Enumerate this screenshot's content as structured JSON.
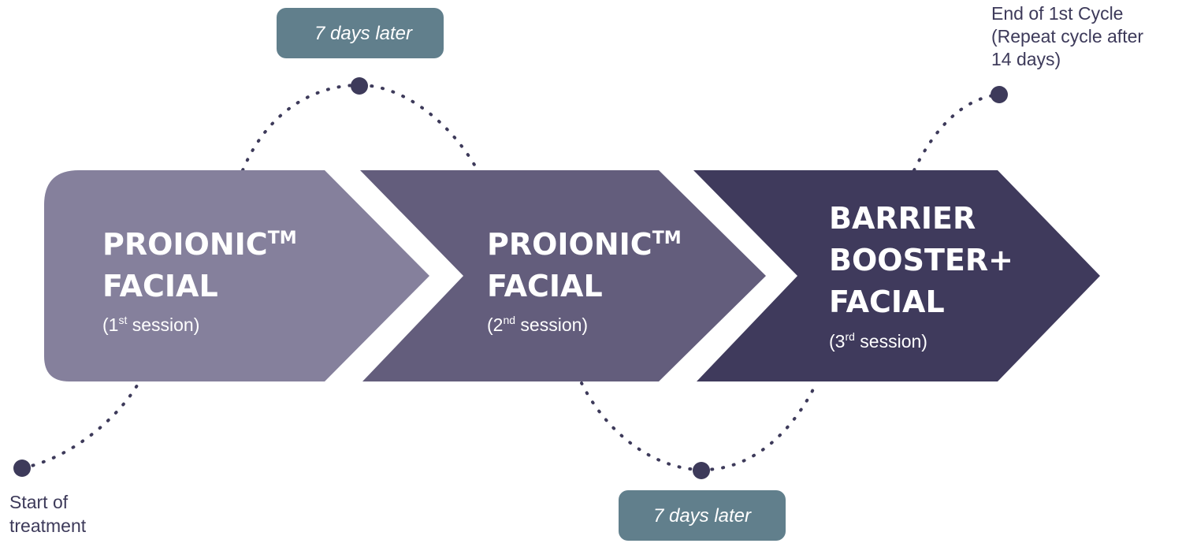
{
  "colors": {
    "step1": "#85809c",
    "step2": "#635d7c",
    "step3": "#3f3a5c",
    "tag": "#617f8c",
    "path": "#3d3a5a",
    "text": "#3d3a5a"
  },
  "start": {
    "line1": "Start of",
    "line2": "treatment"
  },
  "end": {
    "line1": "End of 1st Cycle",
    "line2": "(Repeat cycle after",
    "line3": "14 days)"
  },
  "steps": [
    {
      "title_line1": "PROIONIC",
      "title_mark": "TM",
      "title_line2": "FACIAL",
      "session_open": "(1",
      "session_ord": "st",
      "session_rest": " session)"
    },
    {
      "title_line1": "PROIONIC",
      "title_mark": "TM",
      "title_line2": "FACIAL",
      "session_open": "(2",
      "session_ord": "nd",
      "session_rest": " session)"
    },
    {
      "title_line1": "BARRIER",
      "title_line2": "BOOSTER+",
      "title_line3": "FACIAL",
      "session_open": "(3",
      "session_ord": "rd",
      "session_rest": " session)"
    }
  ],
  "tags": {
    "top": "7 days later",
    "bottom": "7 days later"
  }
}
